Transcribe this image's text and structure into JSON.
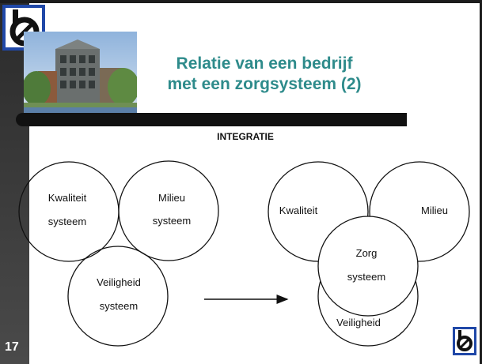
{
  "slide": {
    "title_line1": "Relatie van een bedrijf",
    "title_line2": "met een zorgsysteem (2)",
    "subtitle": "INTEGRATIE",
    "page_number": "17"
  },
  "left_diagram": {
    "kwaliteit_line1": "Kwaliteit",
    "kwaliteit_line2": "systeem",
    "milieu_line1": "Milieu",
    "milieu_line2": "systeem",
    "veiligheid_line1": "Veiligheid",
    "veiligheid_line2": "systeem"
  },
  "right_diagram": {
    "kwaliteit": "Kwaliteit",
    "milieu": "Milieu",
    "zorg_line1": "Zorg",
    "zorg_line2": "systeem",
    "veiligheid": "Veiligheid"
  },
  "colors": {
    "title": "#2e8b8b",
    "logo_blue": "#2048a8",
    "sidebar": "#3a3a3a"
  },
  "icons": {
    "logo": "b-logo-icon"
  }
}
